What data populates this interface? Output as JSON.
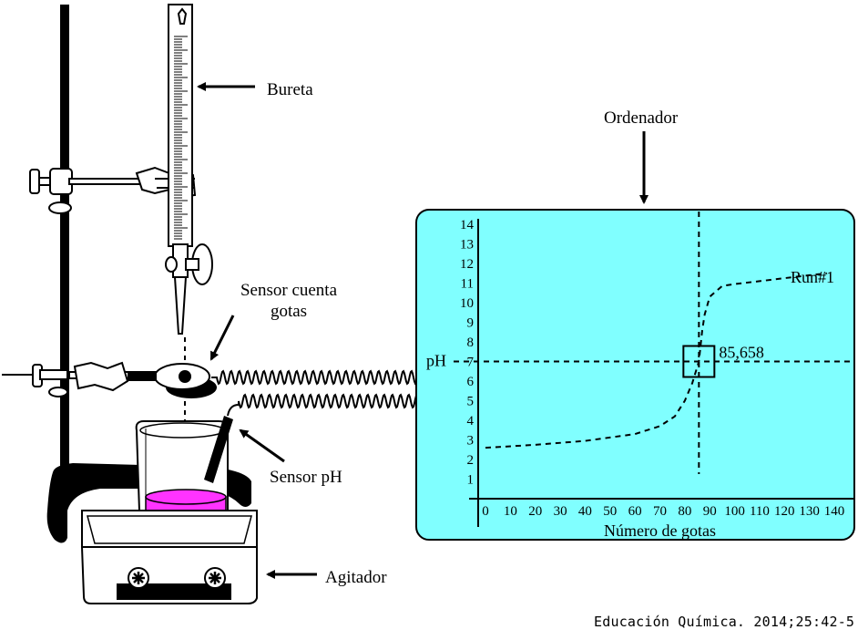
{
  "labels": {
    "burette": "Bureta",
    "drop_sensor_line1": "Sensor cuenta",
    "drop_sensor_line2": "gotas",
    "ph_sensor": "Sensor pH",
    "stirrer": "Agitador",
    "computer": "Ordenador"
  },
  "credit": "Educación Química. 2014;25:42-5",
  "colors": {
    "screen": "#80ffff",
    "solution": "#ff33ff",
    "ink": "#000000"
  },
  "chart_data": {
    "type": "line",
    "xlabel": "Número de gotas",
    "ylabel": "pH",
    "xlim": [
      0,
      140
    ],
    "ylim": [
      0,
      14
    ],
    "x_ticks": [
      "0",
      "10",
      "20",
      "30",
      "40",
      "50",
      "60",
      "70",
      "80",
      "90",
      "100",
      "110",
      "120",
      "130",
      "140"
    ],
    "y_ticks": [
      "1",
      "2",
      "3",
      "4",
      "5",
      "6",
      "7",
      "8",
      "9",
      "10",
      "11",
      "12",
      "13",
      "14"
    ],
    "series": [
      {
        "name": "Run#1",
        "style": "dashed",
        "x": [
          0,
          20,
          40,
          60,
          70,
          76,
          80,
          83,
          85.658,
          87,
          88,
          90,
          95,
          100,
          110,
          120,
          130,
          137
        ],
        "y": [
          2.6,
          2.75,
          2.95,
          3.3,
          3.7,
          4.2,
          5.0,
          5.9,
          7.0,
          8.6,
          9.4,
          10.3,
          10.85,
          10.95,
          11.1,
          11.25,
          11.4,
          11.5
        ]
      }
    ],
    "annotations": {
      "equivalence_point_label": "85,658",
      "equivalence_x": 85.658,
      "equivalence_y": 7,
      "series_label": "Run#1"
    },
    "grid": false,
    "crosshair": true
  }
}
